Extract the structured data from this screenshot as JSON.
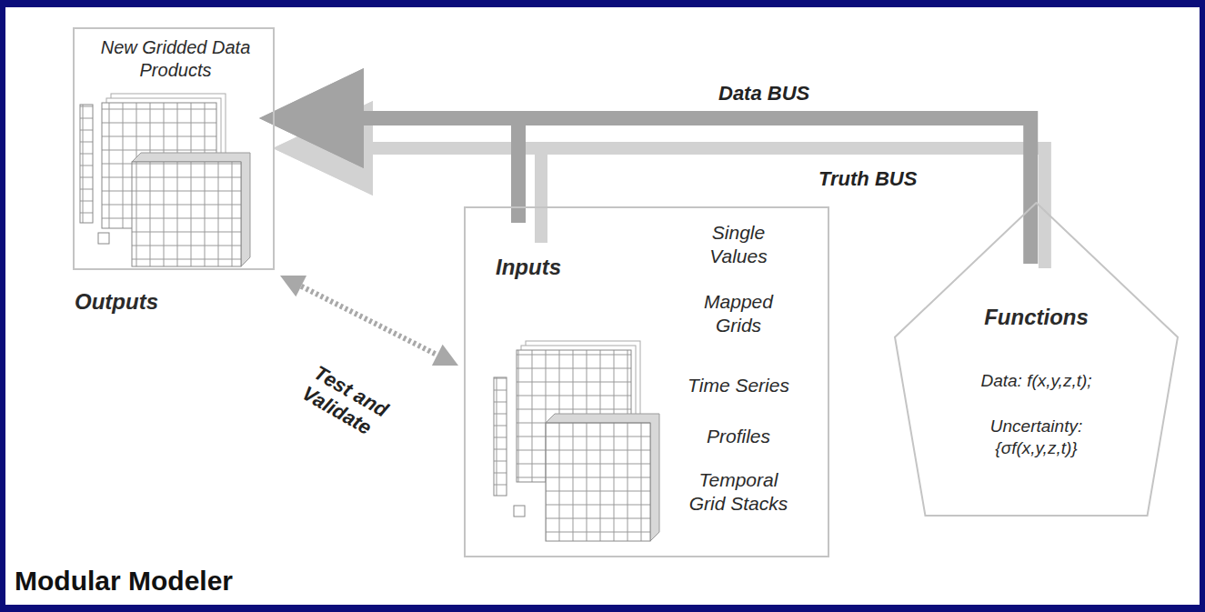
{
  "diagram": {
    "title": "Modular Modeler",
    "nodes": [
      {
        "text": [
          "New Gridded Data Products",
          "Outputs"
        ]
      },
      {
        "text": [
          "Inputs",
          "Single Values",
          "Mapped Grids",
          "Time Series",
          "Profiles",
          "Temporal Grid Stacks"
        ]
      },
      {
        "text": [
          "Functions",
          "Data: f(x,y,z,t);",
          "Uncertainty: {σf(x,y,z,t)}"
        ]
      }
    ],
    "edges": [
      {
        "from": 2,
        "to": 0,
        "label": "Data BUS",
        "arrow": "to"
      },
      {
        "from": 1,
        "to": 0,
        "arrow": "to"
      },
      {
        "from": 2,
        "to": 0,
        "label": "Truth BUS",
        "arrow": "to"
      },
      {
        "from": 1,
        "to": 0,
        "arrow": "to"
      },
      {
        "from": 0,
        "to": 1,
        "label": "Test and Validate",
        "arrow": "both"
      }
    ]
  }
}
